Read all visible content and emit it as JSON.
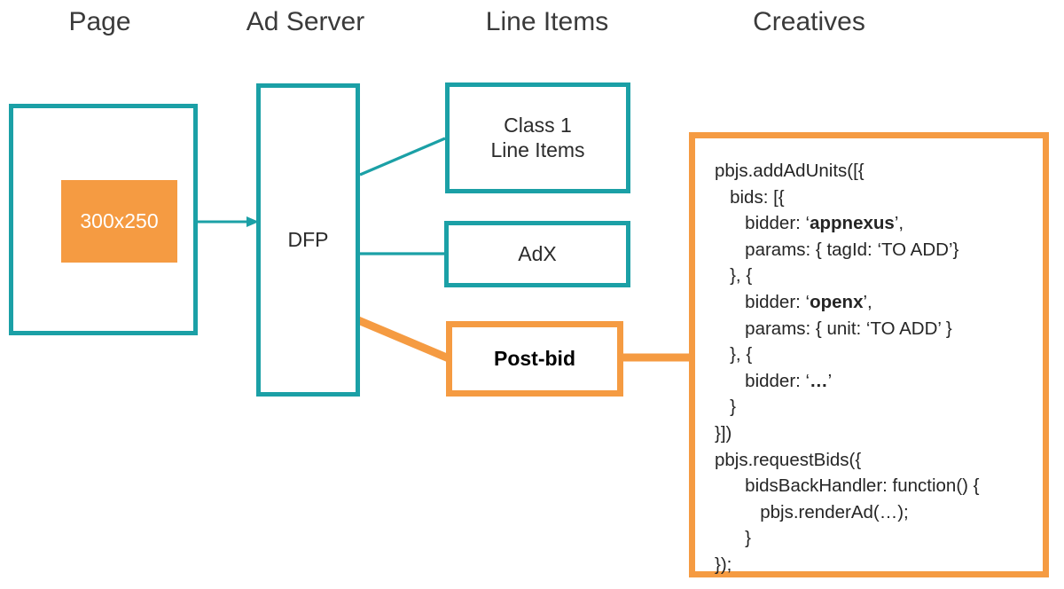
{
  "headers": {
    "page": "Page",
    "ad_server": "Ad Server",
    "line_items": "Line Items",
    "creatives": "Creatives"
  },
  "nodes": {
    "ad_slot": "300x250",
    "dfp": "DFP",
    "class1_line1": "Class 1",
    "class1_line2": "Line Items",
    "adx": "AdX",
    "postbid": "Post-bid"
  },
  "code": {
    "lines": [
      [
        {
          "t": "pbjs.addAdUnits([{",
          "b": false
        }
      ],
      [
        {
          "t": "   bids: [{",
          "b": false
        }
      ],
      [
        {
          "t": "      bidder: ‘",
          "b": false
        },
        {
          "t": "appnexus",
          "b": true
        },
        {
          "t": "’,",
          "b": false
        }
      ],
      [
        {
          "t": "      params: { tagId: ‘TO ADD’}",
          "b": false
        }
      ],
      [
        {
          "t": "   }, {",
          "b": false
        }
      ],
      [
        {
          "t": "      bidder: ‘",
          "b": false
        },
        {
          "t": "openx",
          "b": true
        },
        {
          "t": "’,",
          "b": false
        }
      ],
      [
        {
          "t": "      params: { unit: ‘TO ADD’ }",
          "b": false
        }
      ],
      [
        {
          "t": "   }, {",
          "b": false
        }
      ],
      [
        {
          "t": "      bidder: ‘",
          "b": false
        },
        {
          "t": "…",
          "b": true
        },
        {
          "t": "’",
          "b": false
        }
      ],
      [
        {
          "t": "   }",
          "b": false
        }
      ],
      [
        {
          "t": "}])",
          "b": false
        }
      ],
      [
        {
          "t": "pbjs.requestBids({",
          "b": false
        }
      ],
      [
        {
          "t": "      bidsBackHandler: function() {",
          "b": false
        }
      ],
      [
        {
          "t": "         pbjs.renderAd(…);",
          "b": false
        }
      ],
      [
        {
          "t": "      }",
          "b": false
        }
      ],
      [
        {
          "t": "});",
          "b": false
        }
      ]
    ]
  },
  "colors": {
    "teal": "#1ba0a6",
    "orange": "#f59b42",
    "text": "#2b2b2b",
    "background": "#ffffff"
  },
  "connections": [
    {
      "name": "slot-to-dfp",
      "from": "300x250",
      "to": "DFP",
      "color": "#1ba0a6",
      "arrow": true
    },
    {
      "name": "dfp-to-class1",
      "from": "DFP",
      "to": "Class 1 Line Items",
      "color": "#1ba0a6",
      "arrow": false
    },
    {
      "name": "dfp-to-adx",
      "from": "DFP",
      "to": "AdX",
      "color": "#1ba0a6",
      "arrow": false
    },
    {
      "name": "dfp-to-postbid",
      "from": "DFP",
      "to": "Post-bid",
      "color": "#f59b42",
      "arrow": false
    },
    {
      "name": "postbid-to-code",
      "from": "Post-bid",
      "to": "Creatives code",
      "color": "#f59b42",
      "arrow": false
    }
  ]
}
